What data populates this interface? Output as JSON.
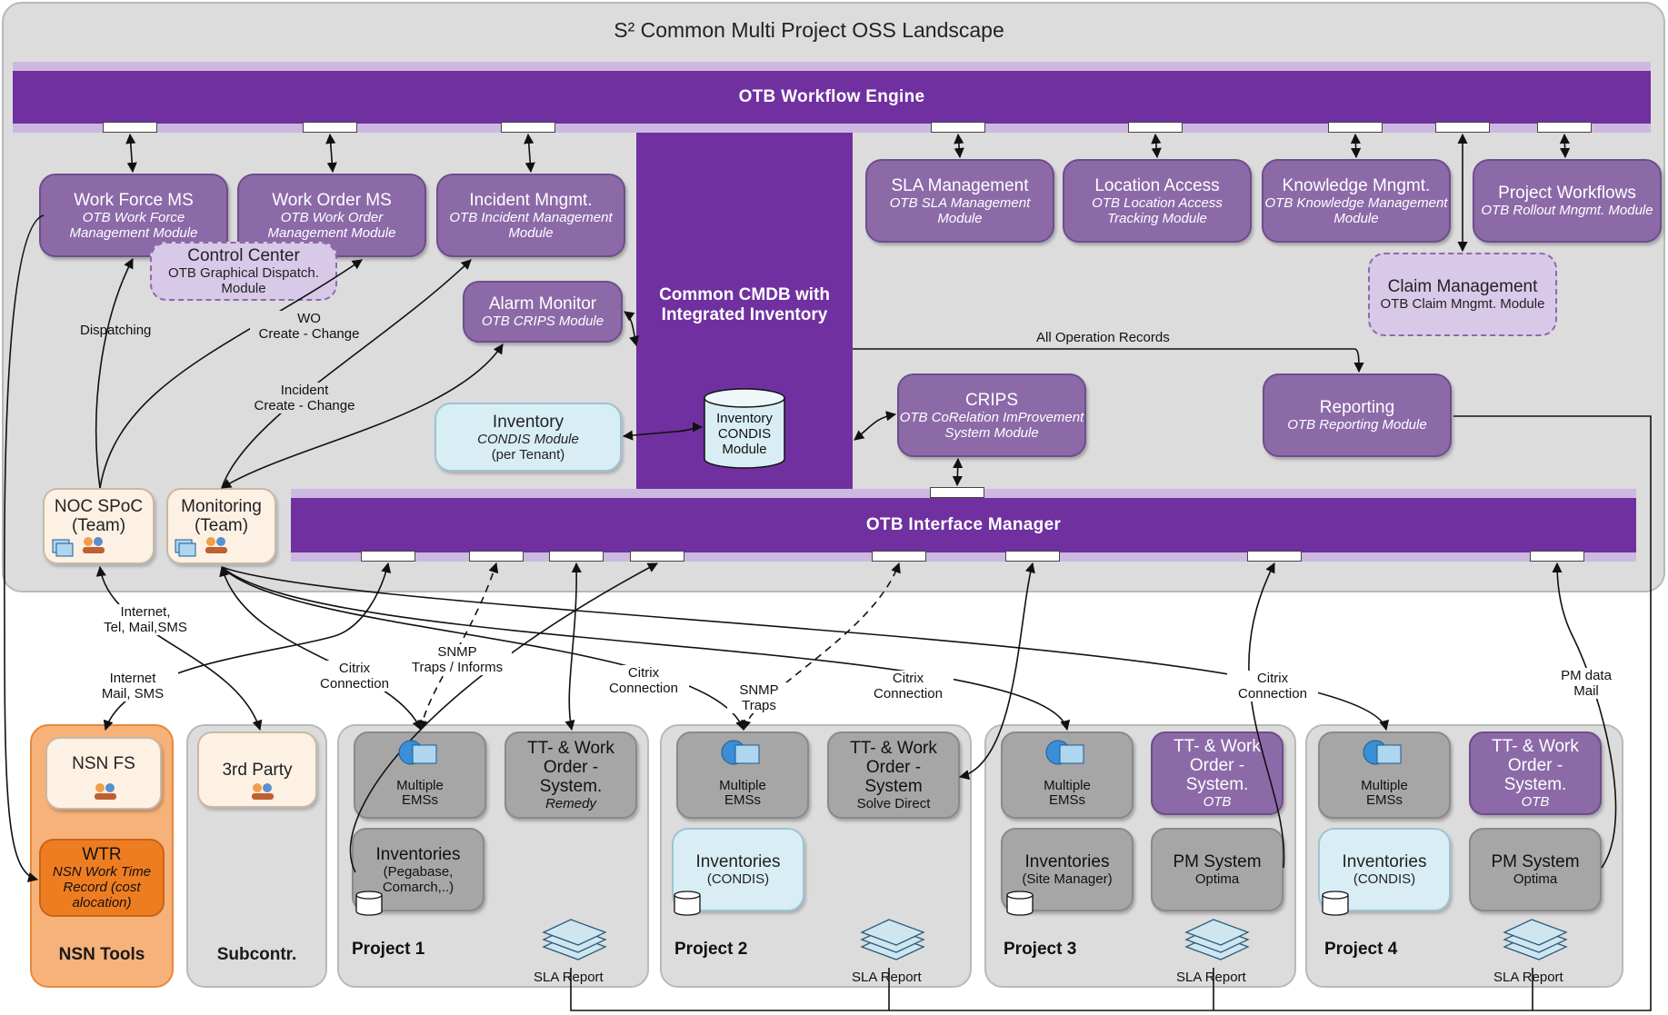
{
  "title": "S² Common Multi Project OSS Landscape",
  "workflow_engine": "OTB Workflow Engine",
  "interface_manager": "OTB Interface Manager",
  "cmdb": "Common CMDB with Integrated Inventory",
  "modules": {
    "work_force": {
      "title": "Work Force MS",
      "sub": "OTB Work Force Management Module"
    },
    "work_order": {
      "title": "Work Order MS",
      "sub": "OTB Work Order Management Module"
    },
    "incident": {
      "title": "Incident Mngmt.",
      "sub": "OTB Incident Management Module"
    },
    "sla": {
      "title": "SLA Management",
      "sub": "OTB SLA Management Module"
    },
    "location": {
      "title": "Location Access",
      "sub": "OTB Location Access Tracking Module"
    },
    "knowledge": {
      "title": "Knowledge Mngmt.",
      "sub": "OTB Knowledge Management Module"
    },
    "project_wf": {
      "title": "Project Workflows",
      "sub": "OTB Rollout Mngmt. Module"
    },
    "control_center": {
      "title": "Control Center",
      "sub": "OTB Graphical Dispatch. Module"
    },
    "claim": {
      "title": "Claim Management",
      "sub": "OTB Claim Mngmt. Module"
    },
    "alarm": {
      "title": "Alarm Monitor",
      "sub": "OTB CRIPS Module"
    },
    "inventory": {
      "title": "Inventory",
      "sub": "CONDIS Module",
      "sub2": "(per Tenant)"
    },
    "inventory_db": {
      "l1": "Inventory",
      "l2": "CONDIS",
      "l3": "Module"
    },
    "crips": {
      "title": "CRIPS",
      "sub": "OTB CoRelation ImProvement System Module"
    },
    "reporting": {
      "title": "Reporting",
      "sub": "OTB Reporting Module"
    }
  },
  "teams": {
    "noc": {
      "l1": "NOC SPoC",
      "l2": "(Team)"
    },
    "monitoring": {
      "l1": "Monitoring",
      "l2": "(Team)"
    }
  },
  "labels": {
    "dispatching": "Dispatching",
    "wo1": "WO",
    "wo2": "Create - Change",
    "inc1": "Incident",
    "inc2": "Create - Change",
    "all_ops": "All Operation Records",
    "internet1a": "Internet,",
    "internet1b": "Tel, Mail,SMS",
    "internet2a": "Internet",
    "internet2b": "Mail, SMS",
    "citrix1a": "Citrix",
    "citrix1b": "Connection",
    "snmp1a": "SNMP",
    "snmp1b": "Traps / Informs",
    "citrix2a": "Citrix",
    "citrix2b": "Connection",
    "snmp2a": "SNMP",
    "snmp2b": "Traps",
    "citrix3a": "Citrix",
    "citrix3b": "Connection",
    "citrix4a": "Citrix",
    "citrix4b": "Connection",
    "pm1": "PM data",
    "pm2": "Mail"
  },
  "nsn": {
    "fs": "NSN FS",
    "wtr_title": "WTR",
    "wtr_sub": "NSN Work Time Record (cost alocation)",
    "tools": "NSN Tools"
  },
  "subcontr": {
    "third_party": "3rd Party",
    "label": "Subcontr."
  },
  "projects": [
    {
      "title": "Project 1",
      "ems1": "Multiple",
      "ems2": "EMSs",
      "tt1": "TT- & Work",
      "tt2": "Order -",
      "tt3": "System.",
      "tt_sub": "Remedy",
      "inv1": "Inventories",
      "inv2": "(Pegabase,",
      "inv3": "Comarch,..)",
      "sla": "SLA Report"
    },
    {
      "title": "Project 2",
      "ems1": "Multiple",
      "ems2": "EMSs",
      "tt1": "TT- & Work",
      "tt2": "Order -",
      "tt3": "System",
      "tt_sub": "Solve Direct",
      "inv1": "Inventories",
      "inv2": "(CONDIS)",
      "sla": "SLA Report"
    },
    {
      "title": "Project 3",
      "ems1": "Multiple",
      "ems2": "EMSs",
      "tt1": "TT- & Work",
      "tt2": "Order -",
      "tt3": "System.",
      "tt_sub": "OTB",
      "inv1": "Inventories",
      "inv2": "(Site Manager)",
      "pm1": "PM System",
      "pm2": "Optima",
      "sla": "SLA Report"
    },
    {
      "title": "Project 4",
      "ems1": "Multiple",
      "ems2": "EMSs",
      "tt1": "TT- & Work",
      "tt2": "Order -",
      "tt3": "System.",
      "tt_sub": "OTB",
      "inv1": "Inventories",
      "inv2": "(CONDIS)",
      "pm1": "PM System",
      "pm2": "Optima",
      "sla": "SLA Report"
    }
  ],
  "colors": {
    "purple": "#7030a0",
    "module": "#8c6aa8",
    "orange": "#ee7d22",
    "light_blue": "#d9eef4"
  },
  "icons": [
    "monitor-icon",
    "people-icon",
    "database-icon",
    "report-stack-icon"
  ]
}
